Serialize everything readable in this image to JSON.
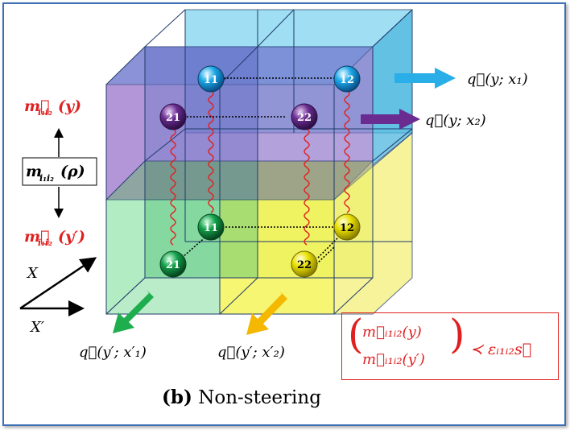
{
  "caption": {
    "tag": "(b)",
    "text": "Non-steering"
  },
  "left_labels": {
    "m_top": "m⃗",
    "m_top_arg": "(y)",
    "m_center": "m",
    "m_center_arg": "(ρ)",
    "m_bottom": "m⃗",
    "m_bottom_arg": "(y′)",
    "sub": "i₁i₂",
    "axis_x": "X",
    "axis_xp": "X′"
  },
  "arrow_labels": {
    "q_top1": "q⃗(y; x₁)",
    "q_top2": "q⃗(y; x₂)",
    "q_bot1": "q⃗(y′; x′₁)",
    "q_bot2": "q⃗(y′; x′₂)"
  },
  "relation": {
    "row1": "m⃗ᵢ₁ᵢ₂(y)",
    "row2": "m⃗ᵢ₁ᵢ₂(y′)",
    "rel": "≺ εᵢ₁ᵢ₂s⃗"
  },
  "nodes": {
    "top": [
      {
        "label": "11",
        "color": "#1aa7e6"
      },
      {
        "label": "12",
        "color": "#1aa7e6"
      },
      {
        "label": "21",
        "color": "#6a2c91"
      },
      {
        "label": "22",
        "color": "#6a2c91"
      }
    ],
    "bottom": [
      {
        "label": "11",
        "color": "#12a04a"
      },
      {
        "label": "12",
        "color": "#e8e000"
      },
      {
        "label": "21",
        "color": "#12a04a"
      },
      {
        "label": "22",
        "color": "#e8e000"
      }
    ]
  },
  "colors": {
    "frame": "#3f6fb5",
    "red": "#e02020",
    "spring": "#e02020"
  }
}
